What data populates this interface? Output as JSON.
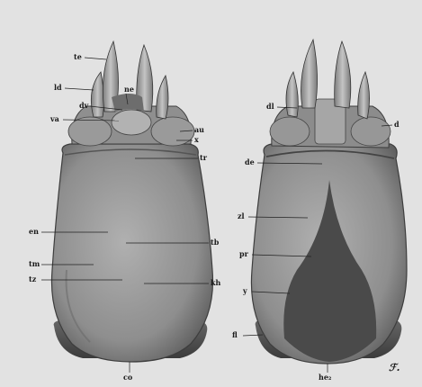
{
  "figure": {
    "left_view": {
      "labels": {
        "te": "te",
        "ld": "ld",
        "ne": "ne",
        "dv": "dv",
        "va": "va",
        "au": "au",
        "x": "x",
        "tr": "tr",
        "en": "en",
        "tb": "tb",
        "tm": "tm",
        "tz": "tz",
        "kh": "kh",
        "co": "co"
      }
    },
    "right_view": {
      "labels": {
        "dl": "dl",
        "d": "d",
        "de": "de",
        "zl": "zl",
        "pr": "pr",
        "y": "y",
        "fl": "fl",
        "he2": "he₂"
      }
    },
    "signature": "ℱ."
  },
  "colors": {
    "background": "#e2e2e2",
    "body_light": "#a9a9a9",
    "body_mid": "#8a8a8a",
    "body_dark": "#4a4a4a",
    "ink": "#1a1a1a"
  }
}
